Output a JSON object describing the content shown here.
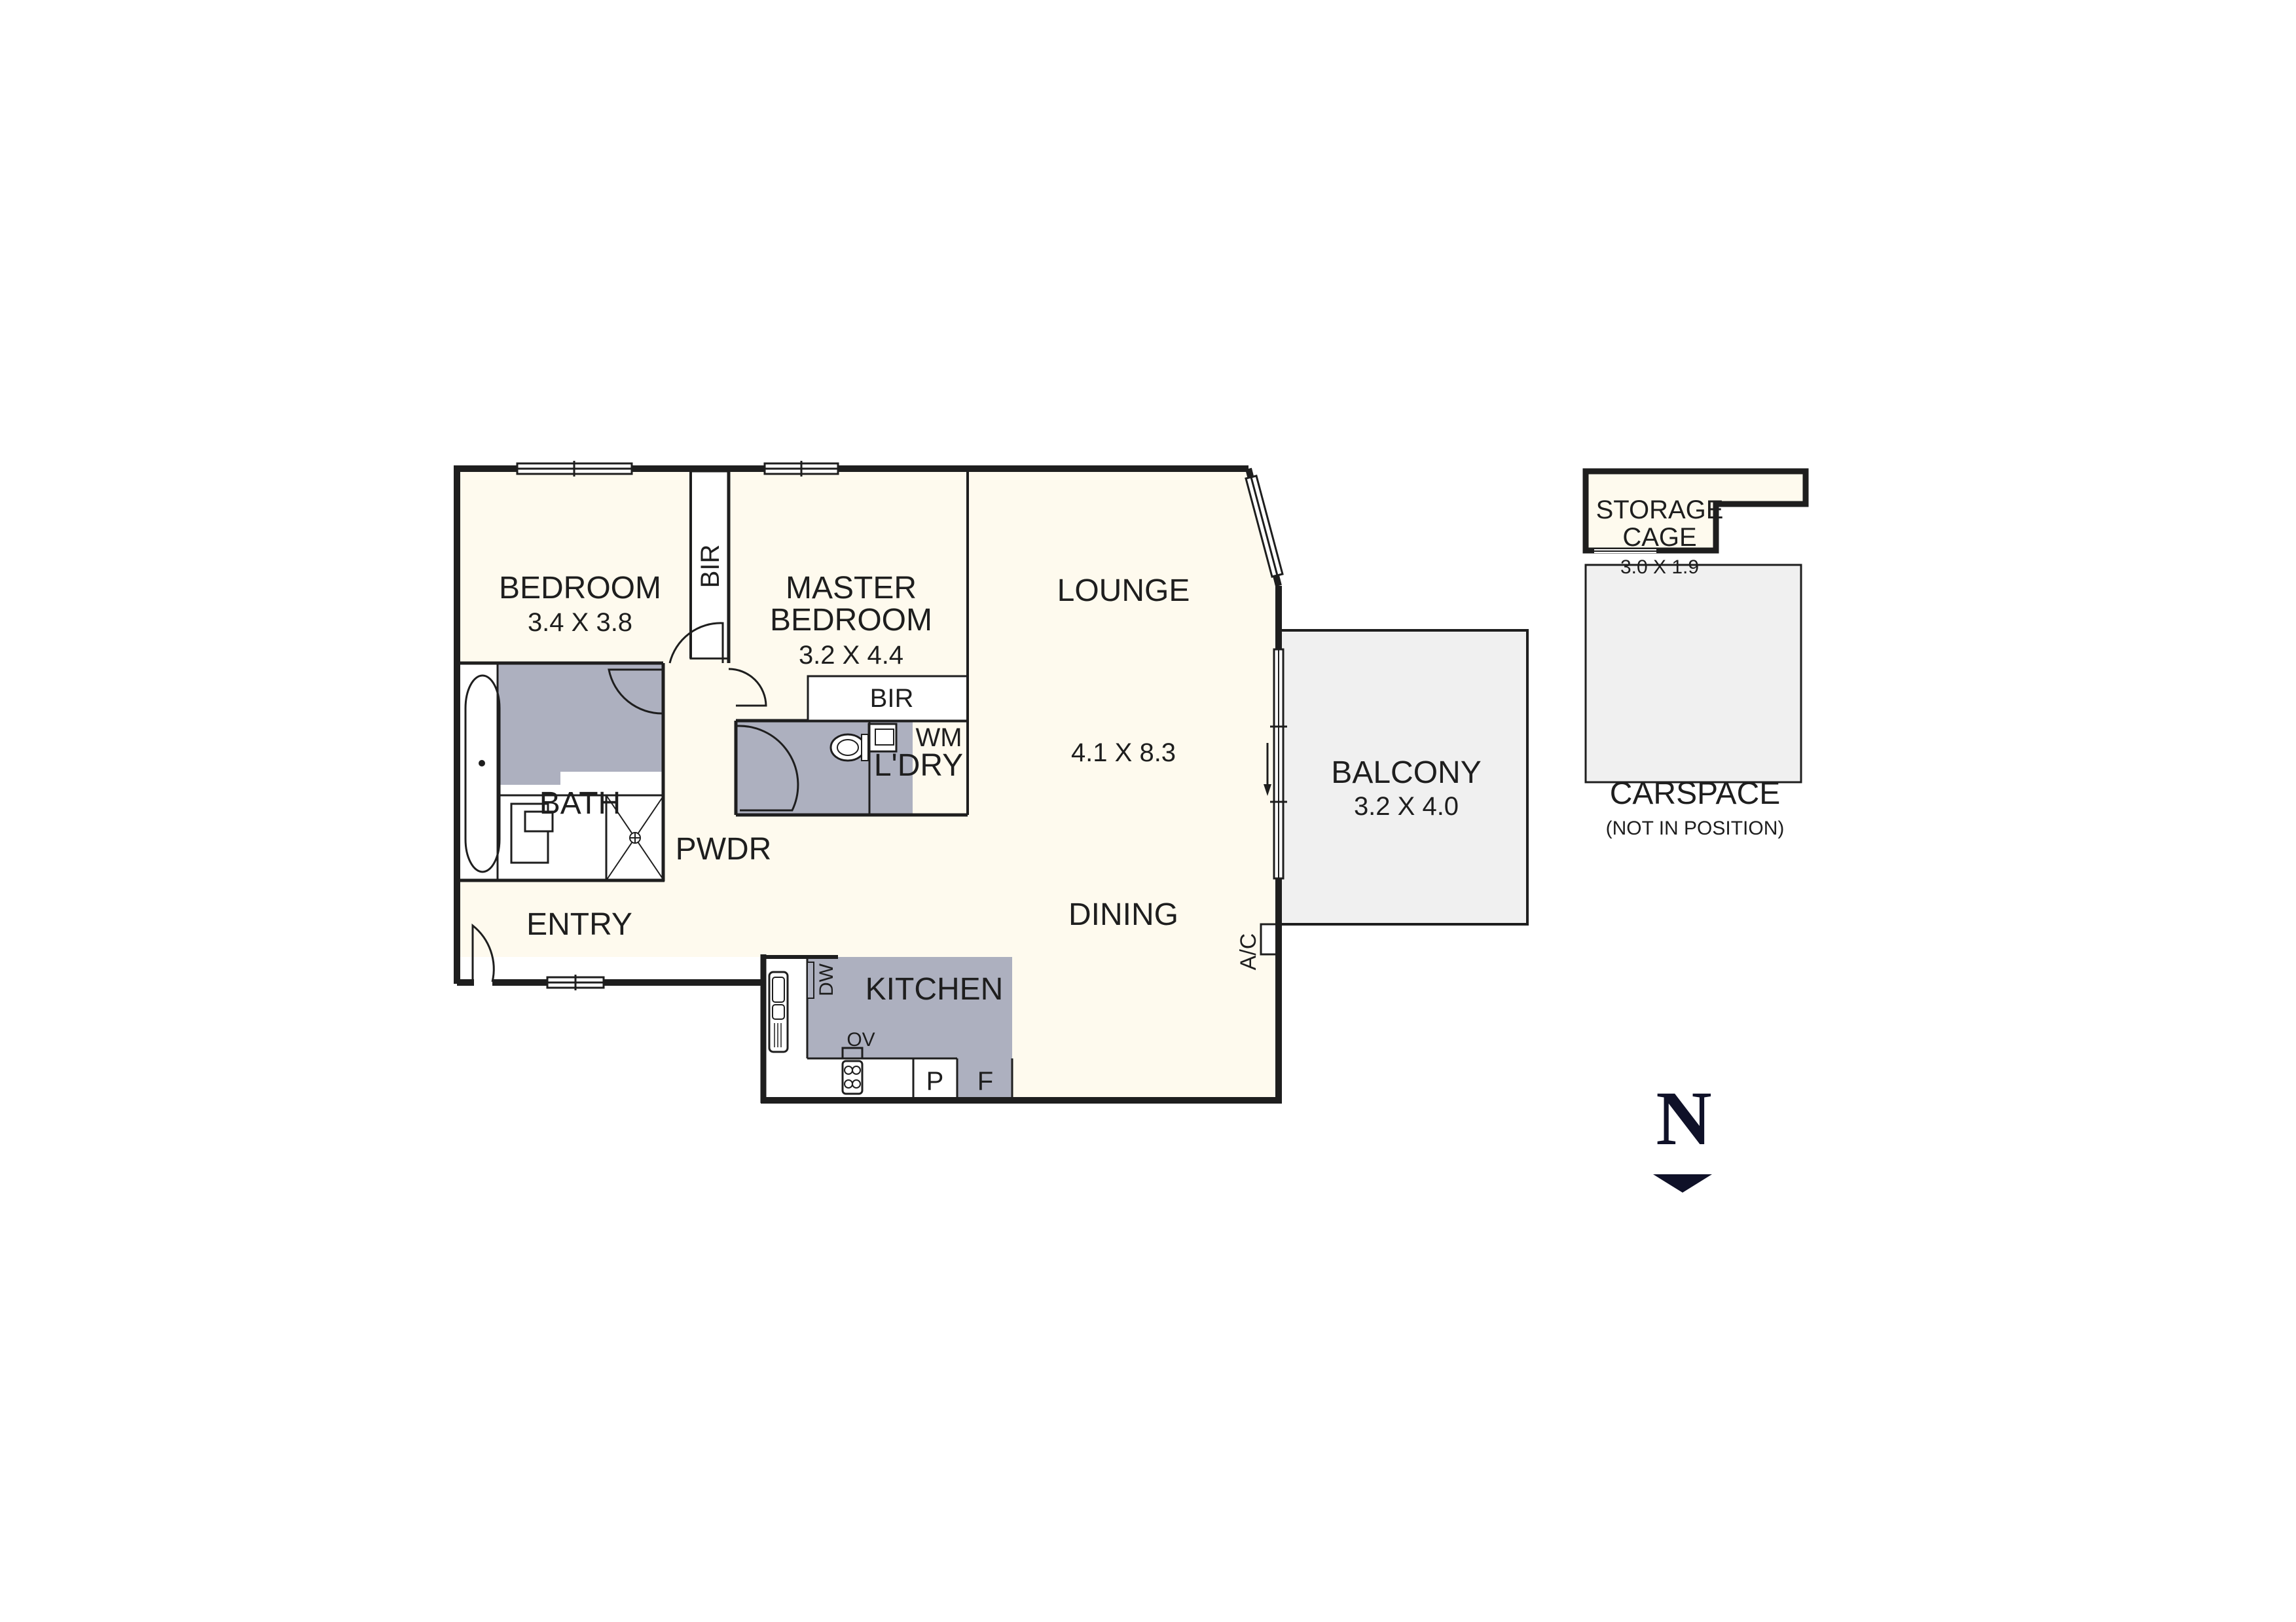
{
  "colors": {
    "floor": "#fefaee",
    "wet": "#adb0bf",
    "outdoor": "#f0f0f0",
    "fixture": "#ffffff",
    "wall": "#1e1e1e",
    "north": "#0f1128"
  },
  "rooms": {
    "bedroom": {
      "name": "BEDROOM",
      "size": "3.4 X 3.8"
    },
    "bir_1": {
      "name": "BIR"
    },
    "master_bedroom": {
      "name_line1": "MASTER",
      "name_line2": "BEDROOM",
      "size": "3.2 X 4.4"
    },
    "bir_2": {
      "name": "BIR"
    },
    "lounge": {
      "name": "LOUNGE",
      "size": "4.1 X 8.3"
    },
    "dining": {
      "name": "DINING"
    },
    "bath": {
      "name": "BATH"
    },
    "pwdr": {
      "name": "PWDR"
    },
    "laundry": {
      "name": "L'DRY",
      "wm": "WM"
    },
    "entry": {
      "name": "ENTRY"
    },
    "kitchen": {
      "name": "KITCHEN",
      "dw": "DW",
      "ov": "OV",
      "pantry": "P",
      "fridge": "F"
    },
    "ac": {
      "name": "A/C"
    },
    "balcony": {
      "name": "BALCONY",
      "size": "3.2 X 4.0"
    },
    "storage_cage": {
      "name_line1": "STORAGE",
      "name_line2": "CAGE",
      "size": "3.0 X 1.9"
    },
    "carspace": {
      "name": "CARSPACE",
      "note": "(NOT IN POSITION)"
    }
  },
  "compass": {
    "label": "N",
    "direction": "down"
  }
}
